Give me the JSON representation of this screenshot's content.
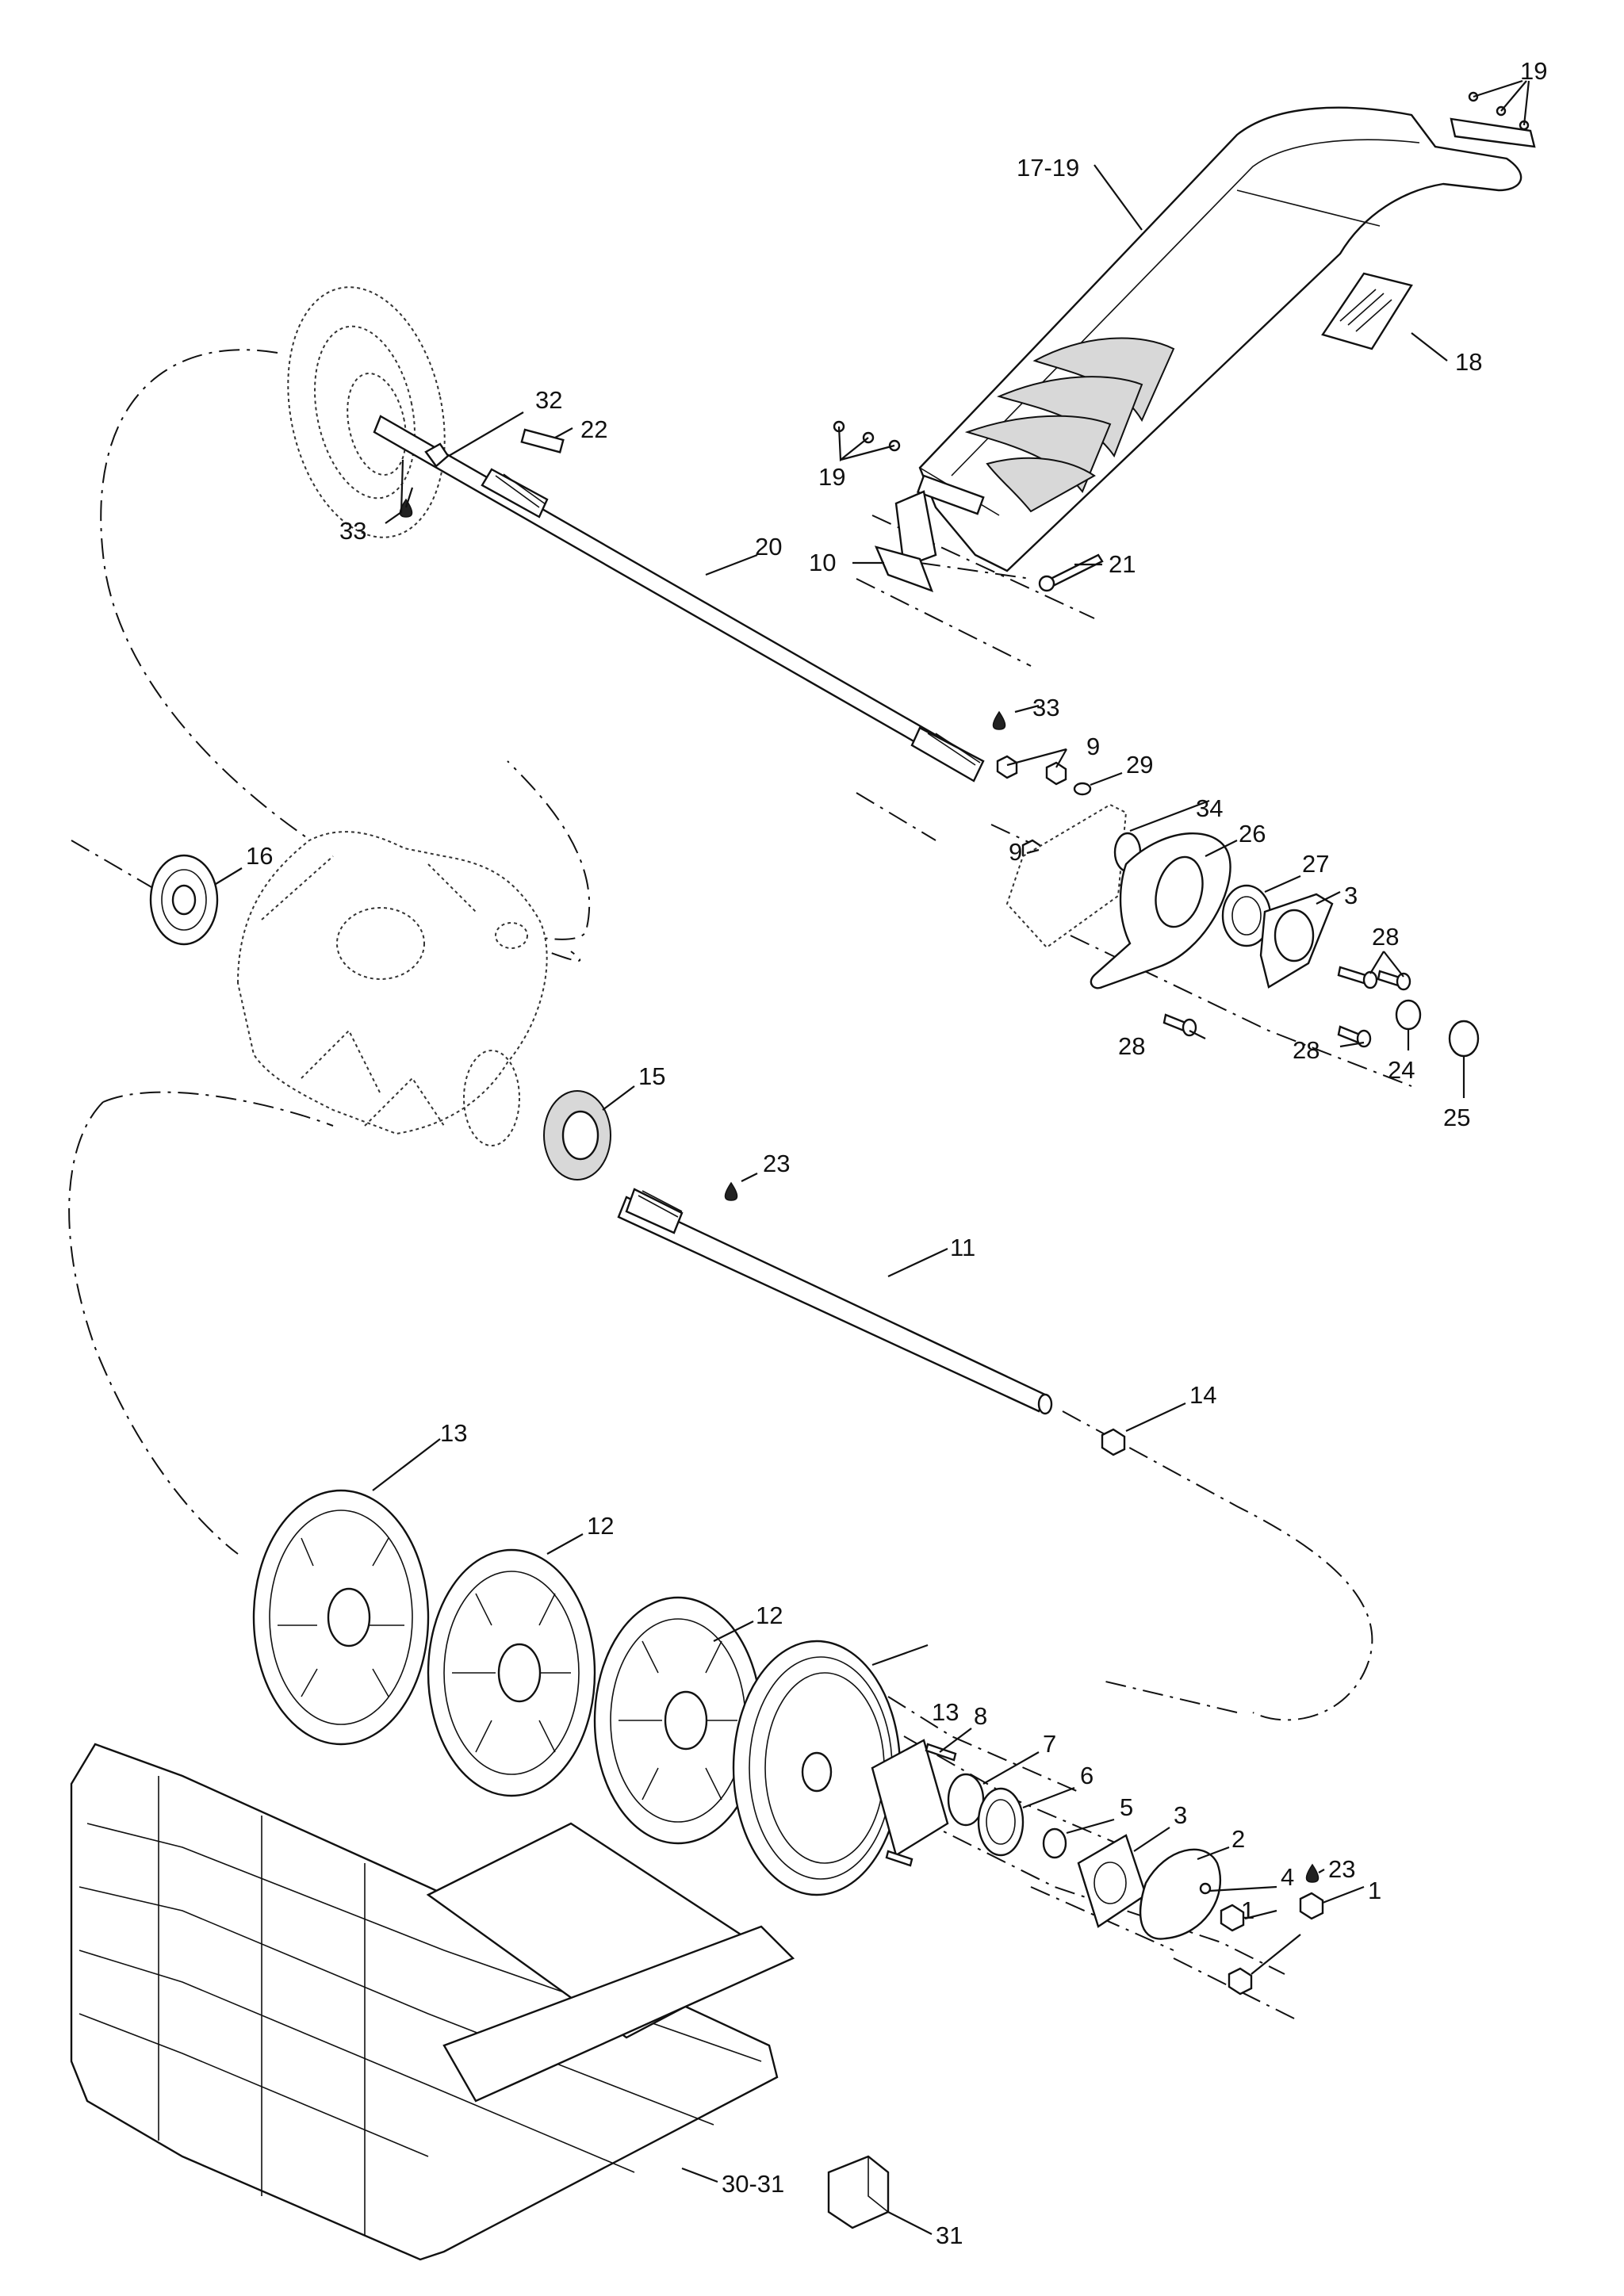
{
  "callouts": [
    {
      "id": "c19a",
      "text": "19"
    },
    {
      "id": "c17",
      "text": "17-19"
    },
    {
      "id": "c18",
      "text": "18"
    },
    {
      "id": "c32",
      "text": "32"
    },
    {
      "id": "c22",
      "text": "22"
    },
    {
      "id": "c33a",
      "text": "33"
    },
    {
      "id": "c19b",
      "text": "19"
    },
    {
      "id": "c20",
      "text": "20"
    },
    {
      "id": "c10",
      "text": "10"
    },
    {
      "id": "c21",
      "text": "21"
    },
    {
      "id": "c33b",
      "text": "33"
    },
    {
      "id": "c9a",
      "text": "9"
    },
    {
      "id": "c29",
      "text": "29"
    },
    {
      "id": "c34",
      "text": "34"
    },
    {
      "id": "c9b",
      "text": "9"
    },
    {
      "id": "c26",
      "text": "26"
    },
    {
      "id": "c27",
      "text": "27"
    },
    {
      "id": "c3a",
      "text": "3"
    },
    {
      "id": "c28a",
      "text": "28"
    },
    {
      "id": "c16",
      "text": "16"
    },
    {
      "id": "c28b",
      "text": "28"
    },
    {
      "id": "c28c",
      "text": "28"
    },
    {
      "id": "c24",
      "text": "24"
    },
    {
      "id": "c25",
      "text": "25"
    },
    {
      "id": "c15",
      "text": "15"
    },
    {
      "id": "c23a",
      "text": "23"
    },
    {
      "id": "c11",
      "text": "11"
    },
    {
      "id": "c14",
      "text": "14"
    },
    {
      "id": "c13a",
      "text": "13"
    },
    {
      "id": "c12a",
      "text": "12"
    },
    {
      "id": "c12b",
      "text": "12"
    },
    {
      "id": "c13b",
      "text": "13"
    },
    {
      "id": "c8",
      "text": "8"
    },
    {
      "id": "c7",
      "text": "7"
    },
    {
      "id": "c6",
      "text": "6"
    },
    {
      "id": "c5",
      "text": "5"
    },
    {
      "id": "c3b",
      "text": "3"
    },
    {
      "id": "c2",
      "text": "2"
    },
    {
      "id": "c4",
      "text": "4"
    },
    {
      "id": "c23b",
      "text": "23"
    },
    {
      "id": "c1a",
      "text": "1"
    },
    {
      "id": "c1b",
      "text": "1"
    },
    {
      "id": "c30",
      "text": "30-31"
    },
    {
      "id": "c31",
      "text": "31"
    }
  ]
}
